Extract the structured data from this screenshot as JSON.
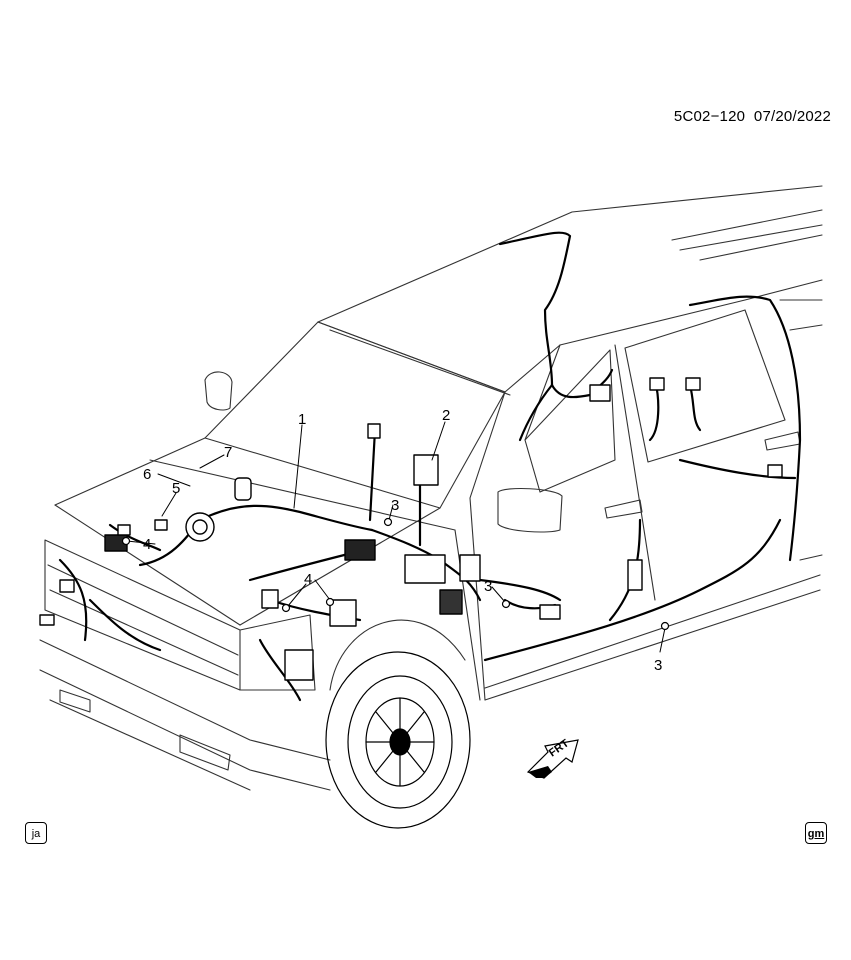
{
  "header": {
    "code": "5C02−120",
    "date": "07/20/2022"
  },
  "callouts": [
    {
      "id": "c1",
      "label": "1"
    },
    {
      "id": "c2",
      "label": "2"
    },
    {
      "id": "c3a",
      "label": "3"
    },
    {
      "id": "c3b",
      "label": "3"
    },
    {
      "id": "c3c",
      "label": "3"
    },
    {
      "id": "c4a",
      "label": "4"
    },
    {
      "id": "c4b",
      "label": "4"
    },
    {
      "id": "c5",
      "label": "5"
    },
    {
      "id": "c6",
      "label": "6"
    },
    {
      "id": "c7",
      "label": "7"
    }
  ],
  "direction_arrow": {
    "text": "FRT"
  },
  "badges": {
    "left": "ja",
    "right": "gm"
  },
  "icons": {
    "direction": "front-arrow-icon",
    "logo": "gm-logo-icon",
    "language": "ja-badge-icon"
  }
}
